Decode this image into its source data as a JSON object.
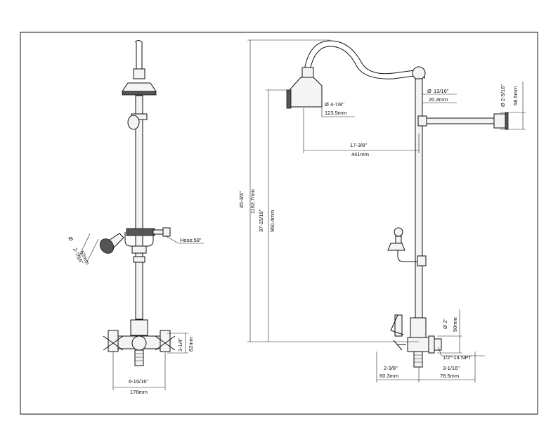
{
  "drawing": {
    "title": "Exposed shower set dimension drawing",
    "front_view": {
      "handshower_dia_in": "2-7/16\"",
      "handshower_dia_mm": "62mm",
      "hose": "Hose:59\"",
      "valve_height_in": "3-1/4\"",
      "valve_height_mm": "82mm",
      "centers_in": "6-15/16\"",
      "centers_mm": "176mm"
    },
    "side_view": {
      "showerhead_dia_in": "4-7/8\"",
      "showerhead_dia_mm": "123.5mm",
      "pipe_dia_in": "13/16\"",
      "pipe_dia_mm": "20.3mm",
      "flange_dia_in": "2-5/16\"",
      "flange_dia_mm": "58.5mm",
      "arm_reach_in": "17-3/8\"",
      "arm_reach_mm": "441mm",
      "overall_height_in": "45-3/4\"",
      "overall_height_mm": "1162.7mm",
      "riser_height_in": "37-15/16\"",
      "riser_height_mm": "960.4mm",
      "inlet_dia_in": "2\"",
      "inlet_dia_mm": "50mm",
      "thread": "1/2\"-14 NPT",
      "offset_left_in": "2-3/8\"",
      "offset_left_mm": "60.3mm",
      "offset_right_in": "3-1/16\"",
      "offset_right_mm": "78.5mm"
    }
  }
}
